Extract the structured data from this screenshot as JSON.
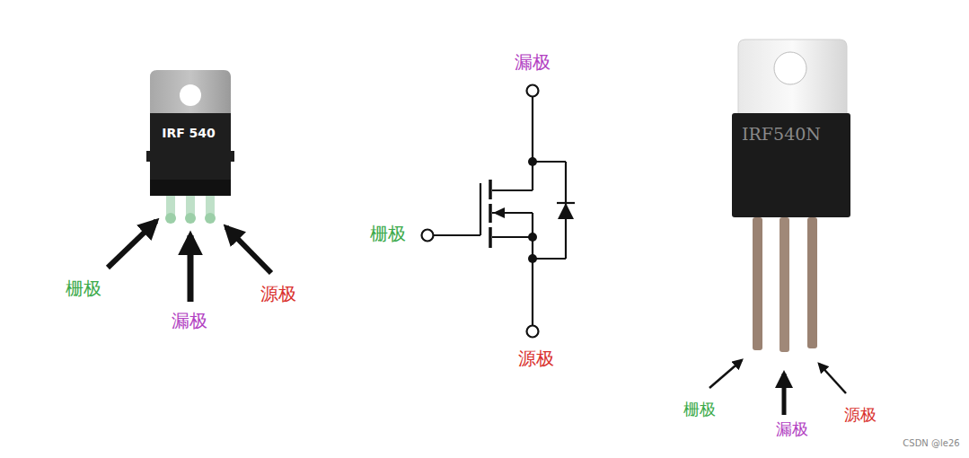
{
  "diagram": {
    "labels": [
      "IRF 540",
      "栅极",
      "漏极",
      "源极",
      "漏极",
      "栅极",
      "源极",
      "IRF540N",
      "栅极",
      "漏极",
      "源极",
      "CSDN @le26"
    ]
  }
}
